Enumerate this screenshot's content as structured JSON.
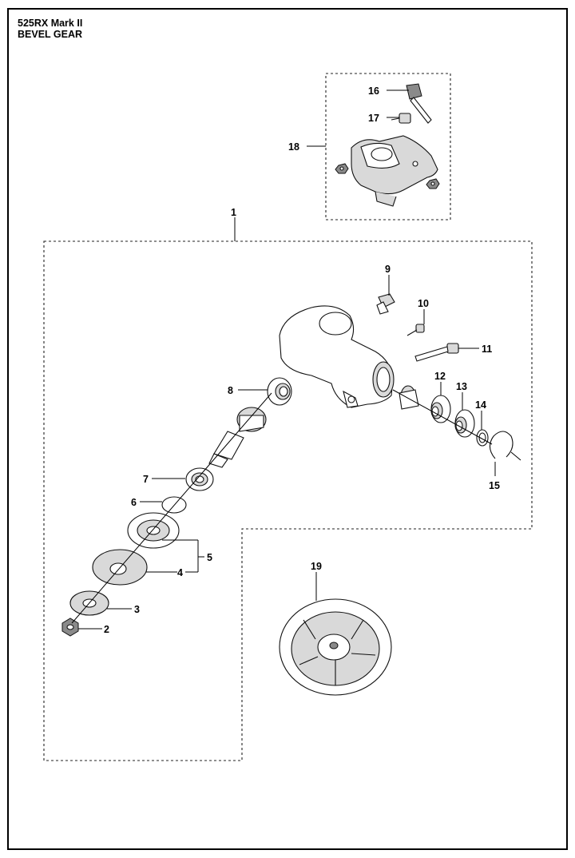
{
  "header": {
    "model": "525RX Mark II",
    "section": "BEVEL GEAR"
  },
  "callouts": {
    "p1": "1",
    "p2": "2",
    "p3": "3",
    "p4": "4",
    "p5": "5",
    "p6": "6",
    "p7": "7",
    "p8": "8",
    "p9": "9",
    "p10": "10",
    "p11": "11",
    "p12": "12",
    "p13": "13",
    "p14": "14",
    "p15": "15",
    "p16": "16",
    "p17": "17",
    "p18": "18",
    "p19": "19"
  }
}
